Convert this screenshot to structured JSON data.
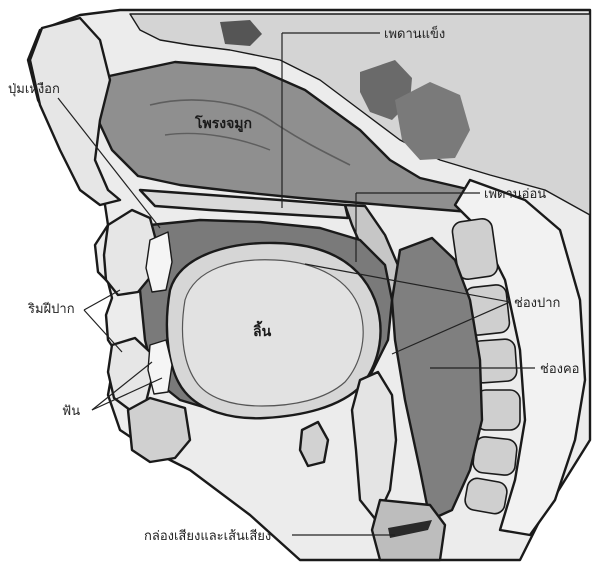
{
  "labels": {
    "hard_palate": "เพดานแข็ง",
    "alveolar_ridge": "ปุ่มเหงือก",
    "nasal_cavity": "โพรงจมูก",
    "soft_palate": "เพดานอ่อน",
    "lips": "ริมฝีปาก",
    "oral_cavity": "ช่องปาก",
    "tongue": "ลิ้น",
    "pharynx": "ช่องคอ",
    "teeth": "ฟัน",
    "larynx_vocal_cords": "กล่องเสียงและเส้นเสียง"
  },
  "colors": {
    "skin": "#e8e8e8",
    "cavity_dark": "#8a8a8a",
    "cavity_mid": "#a9a9a9",
    "tongue": "#d2d2d2",
    "bone": "#cfcfcf",
    "outline": "#1a1a1a"
  }
}
